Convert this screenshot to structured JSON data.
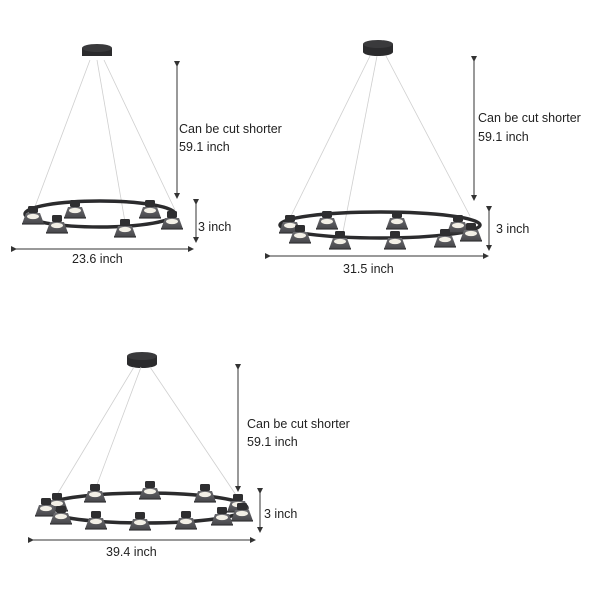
{
  "diagrams": [
    {
      "id": "small",
      "lights": 6,
      "cable_note": "Can be cut shorter",
      "cable_length": "59.1 inch",
      "height": "3 inch",
      "diameter": "23.6 inch"
    },
    {
      "id": "medium",
      "lights": 8,
      "cable_note": "Can be cut shorter",
      "cable_length": "59.1 inch",
      "height": "3 inch",
      "diameter": "31.5 inch"
    },
    {
      "id": "large",
      "lights": 10,
      "cable_note": "Can be cut shorter",
      "cable_length": "59.1 inch",
      "height": "3 inch",
      "diameter": "39.4 inch"
    }
  ],
  "colors": {
    "fixture": "#2b2b2d",
    "shade": "#5a5a5e",
    "glow": "#f2efe6",
    "dimension_line": "#333333",
    "cable": "#c8c8c8",
    "text": "#222222"
  }
}
